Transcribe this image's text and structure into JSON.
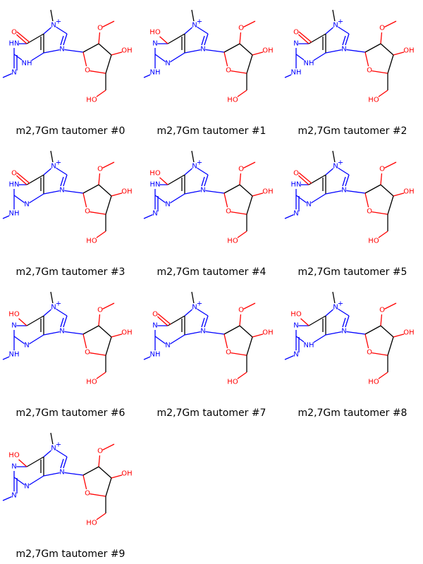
{
  "panels": [
    {
      "caption": "m2,7Gm tautomer #0",
      "pyr": [
        [
          "O",
          "C=O"
        ],
        [
          "N1",
          "HN"
        ],
        [
          "N3",
          "NH"
        ],
        [
          "N2",
          "=N"
        ]
      ]
    },
    {
      "caption": "m2,7Gm tautomer #1",
      "pyr": [
        [
          "O",
          "HO"
        ],
        [
          "N1",
          "N"
        ],
        [
          "N3",
          "N"
        ],
        [
          "N2",
          "NH"
        ]
      ]
    },
    {
      "caption": "m2,7Gm tautomer #2",
      "pyr": [
        [
          "O",
          "C=O"
        ],
        [
          "N1",
          "N"
        ],
        [
          "N3",
          "NH"
        ],
        [
          "N2",
          "NH"
        ]
      ]
    },
    {
      "caption": "m2,7Gm tautomer #3",
      "pyr": [
        [
          "O",
          "C=O"
        ],
        [
          "N1",
          "HN"
        ],
        [
          "N3",
          "N"
        ],
        [
          "N2",
          "NH"
        ]
      ]
    },
    {
      "caption": "m2,7Gm tautomer #4",
      "pyr": [
        [
          "O",
          "HO"
        ],
        [
          "N1",
          "HN"
        ],
        [
          "N3",
          "N"
        ],
        [
          "N2",
          "=N"
        ]
      ]
    },
    {
      "caption": "m2,7Gm tautomer #5",
      "pyr": [
        [
          "O",
          "C=O"
        ],
        [
          "N1",
          "HN"
        ],
        [
          "N3",
          "N"
        ],
        [
          "N2",
          "=N"
        ]
      ]
    },
    {
      "caption": "m2,7Gm tautomer #6",
      "pyr": [
        [
          "O",
          "HO"
        ],
        [
          "N1",
          "N"
        ],
        [
          "N3",
          "N"
        ],
        [
          "N2",
          "NH"
        ]
      ]
    },
    {
      "caption": "m2,7Gm tautomer #7",
      "pyr": [
        [
          "O",
          "C=O"
        ],
        [
          "N1",
          "N"
        ],
        [
          "N3",
          "N"
        ],
        [
          "N2",
          "NH"
        ]
      ]
    },
    {
      "caption": "m2,7Gm tautomer #8",
      "pyr": [
        [
          "O",
          "HO"
        ],
        [
          "N1",
          "N"
        ],
        [
          "N3",
          "NH"
        ],
        [
          "N2",
          "=N"
        ]
      ]
    },
    {
      "caption": "m2,7Gm tautomer #9",
      "pyr": [
        [
          "O",
          "HO"
        ],
        [
          "N1",
          "N"
        ],
        [
          "N3",
          "N"
        ],
        [
          "N2",
          "=N"
        ]
      ]
    }
  ],
  "atom_labels": {
    "n7": "N",
    "n7_charge": "+",
    "n9": "N",
    "n1_h": "HN",
    "n1": "N",
    "n3_h": "NH",
    "n3": "N",
    "n2_h": "NH",
    "n2": "N",
    "oxo": "O",
    "hydroxy": "HO",
    "ring_o": "O",
    "oh3": "OH",
    "ome": "O",
    "ch2oh": "HO"
  },
  "colors": {
    "nitrogen": "#0000ff",
    "oxygen": "#ff0000",
    "carbon": "#000000",
    "background": "#ffffff"
  }
}
